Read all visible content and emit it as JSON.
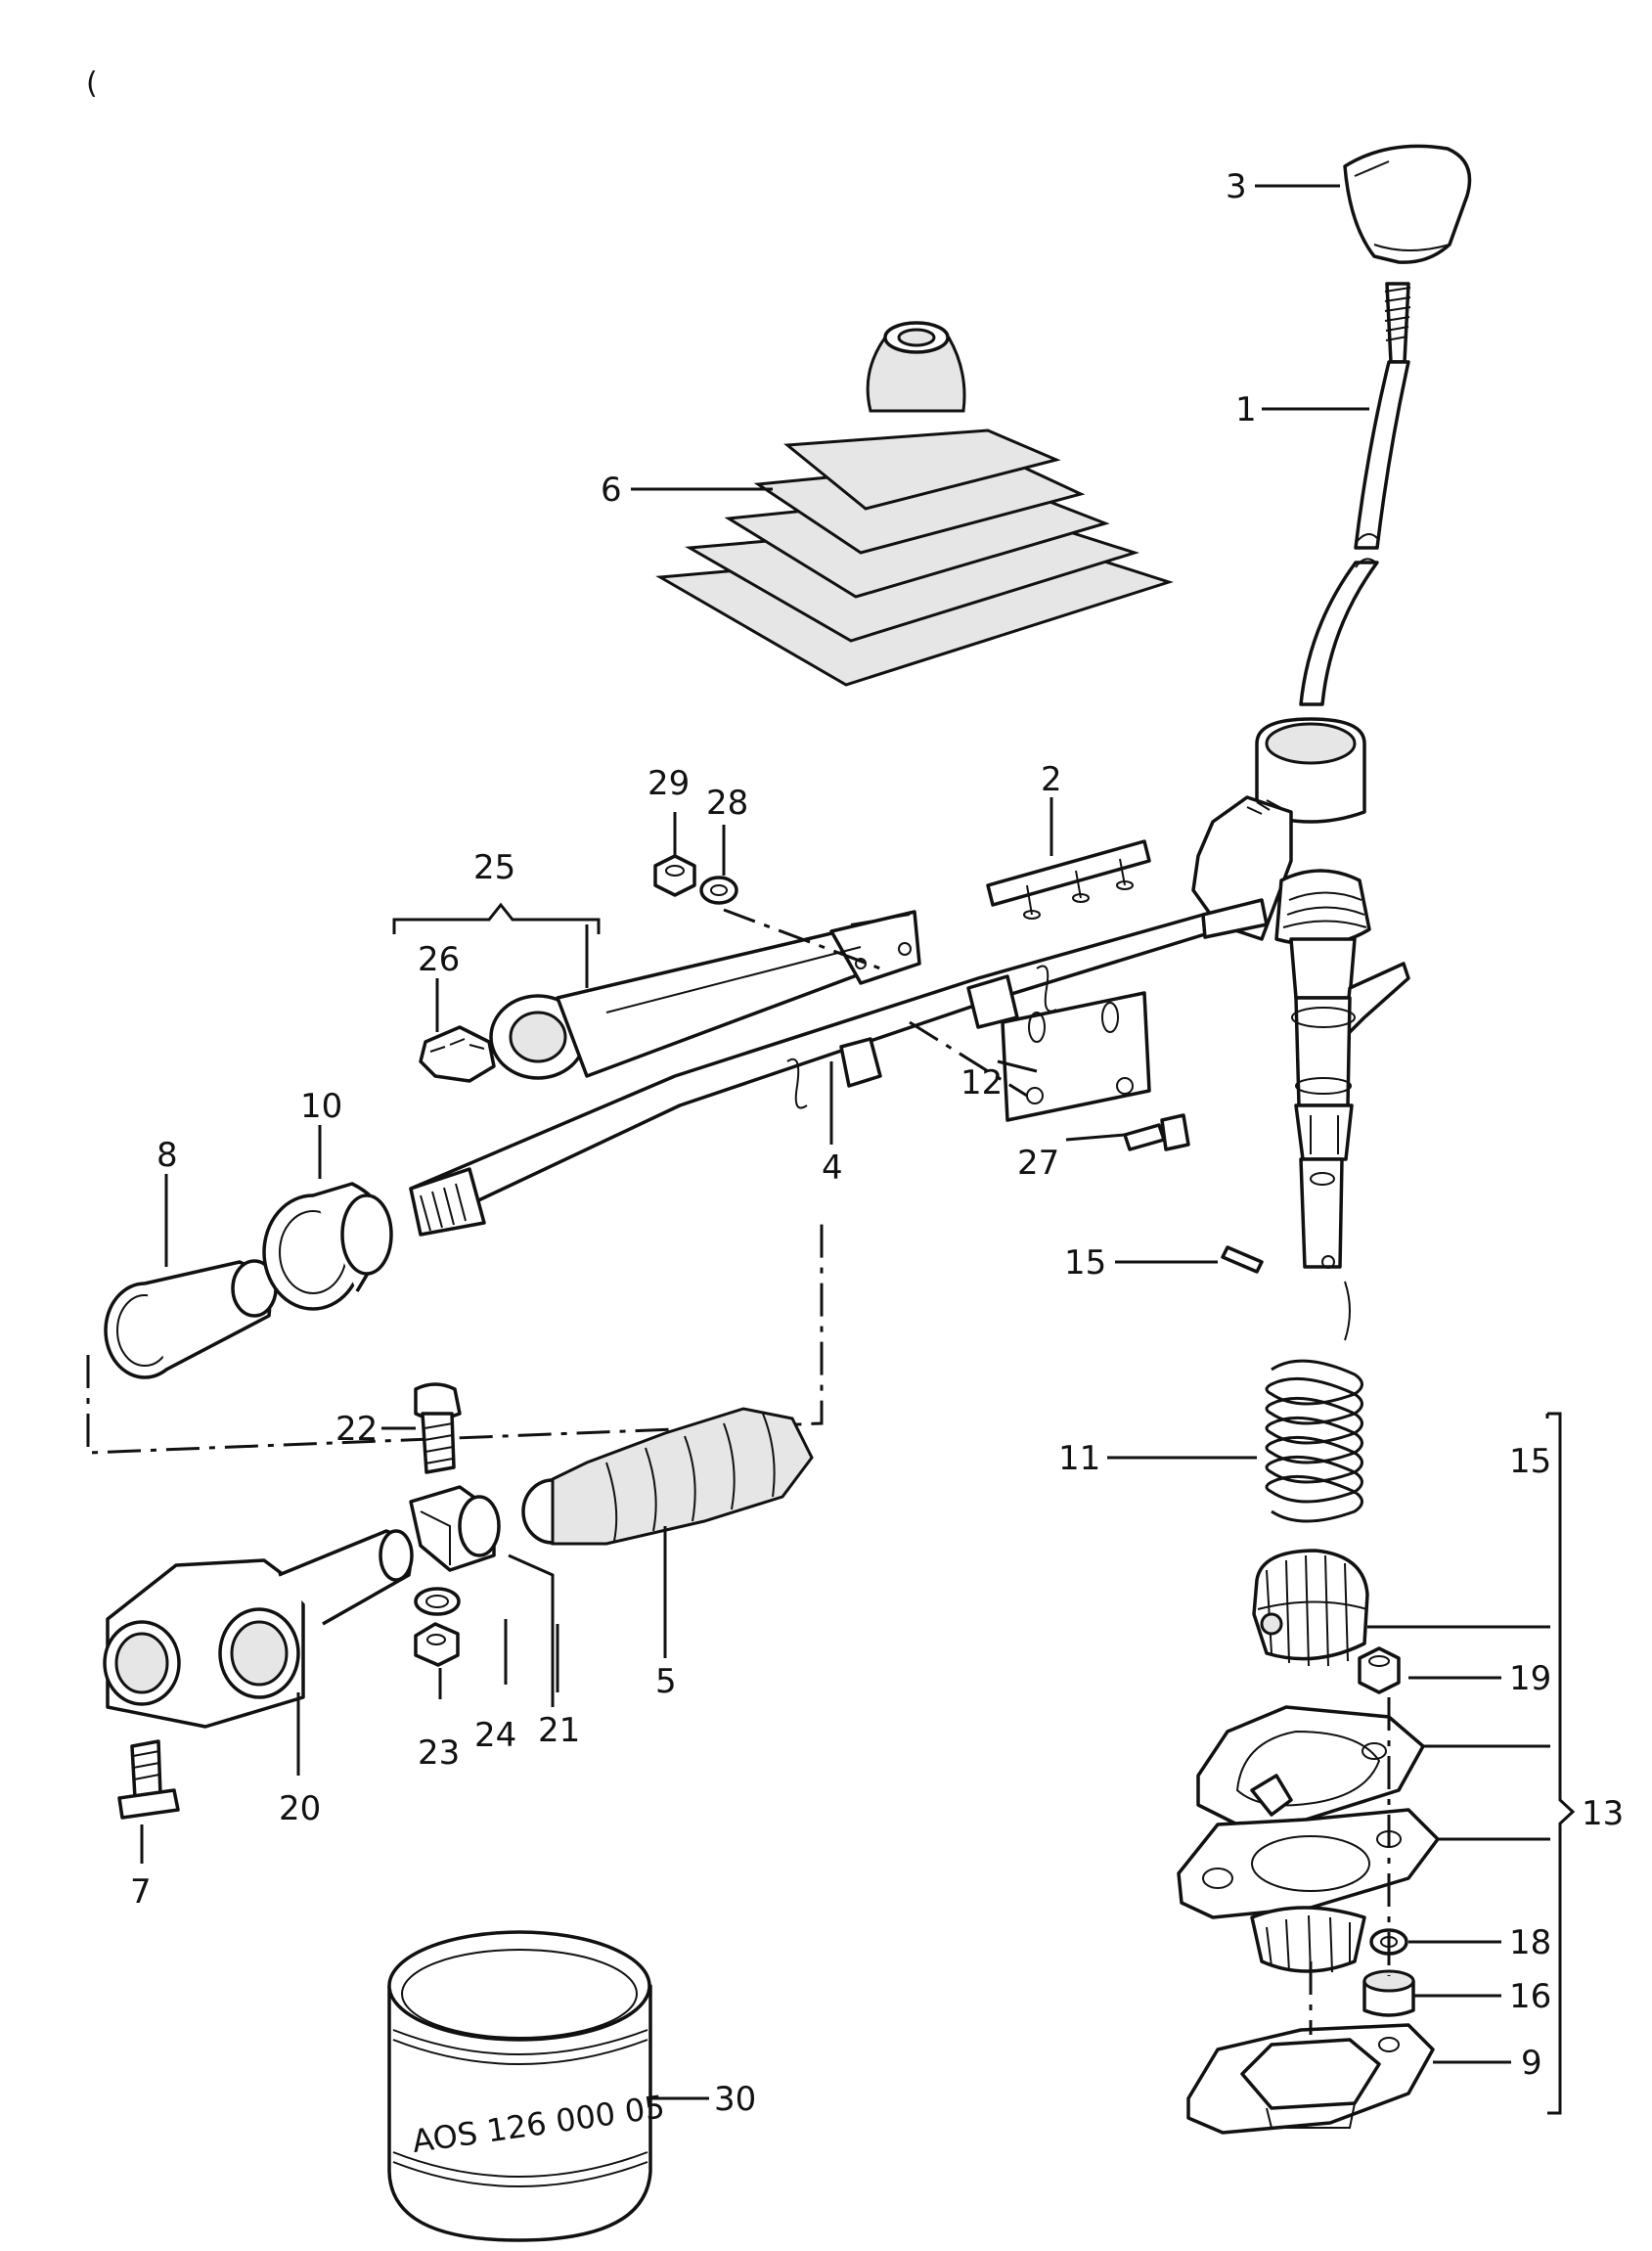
{
  "diagram": {
    "callouts": {
      "c1": "1",
      "c2": "2",
      "c3": "3",
      "c4": "4",
      "c5": "5",
      "c6": "6",
      "c7": "7",
      "c8": "8",
      "c9": "9",
      "c10": "10",
      "c11": "11",
      "c12": "12",
      "c13": "13",
      "c15a": "15",
      "c15b": "15",
      "c16": "16",
      "c18": "18",
      "c19": "19",
      "c20": "20",
      "c21": "21",
      "c22": "22",
      "c23": "23",
      "c24": "24",
      "c25": "25",
      "c26": "26",
      "c27": "27",
      "c28": "28",
      "c29": "29",
      "c30": "30"
    },
    "stray_mark": "(",
    "container_label": "AOS 126 000 05"
  },
  "colors": {
    "ink": "#111111",
    "paper": "#ffffff"
  }
}
